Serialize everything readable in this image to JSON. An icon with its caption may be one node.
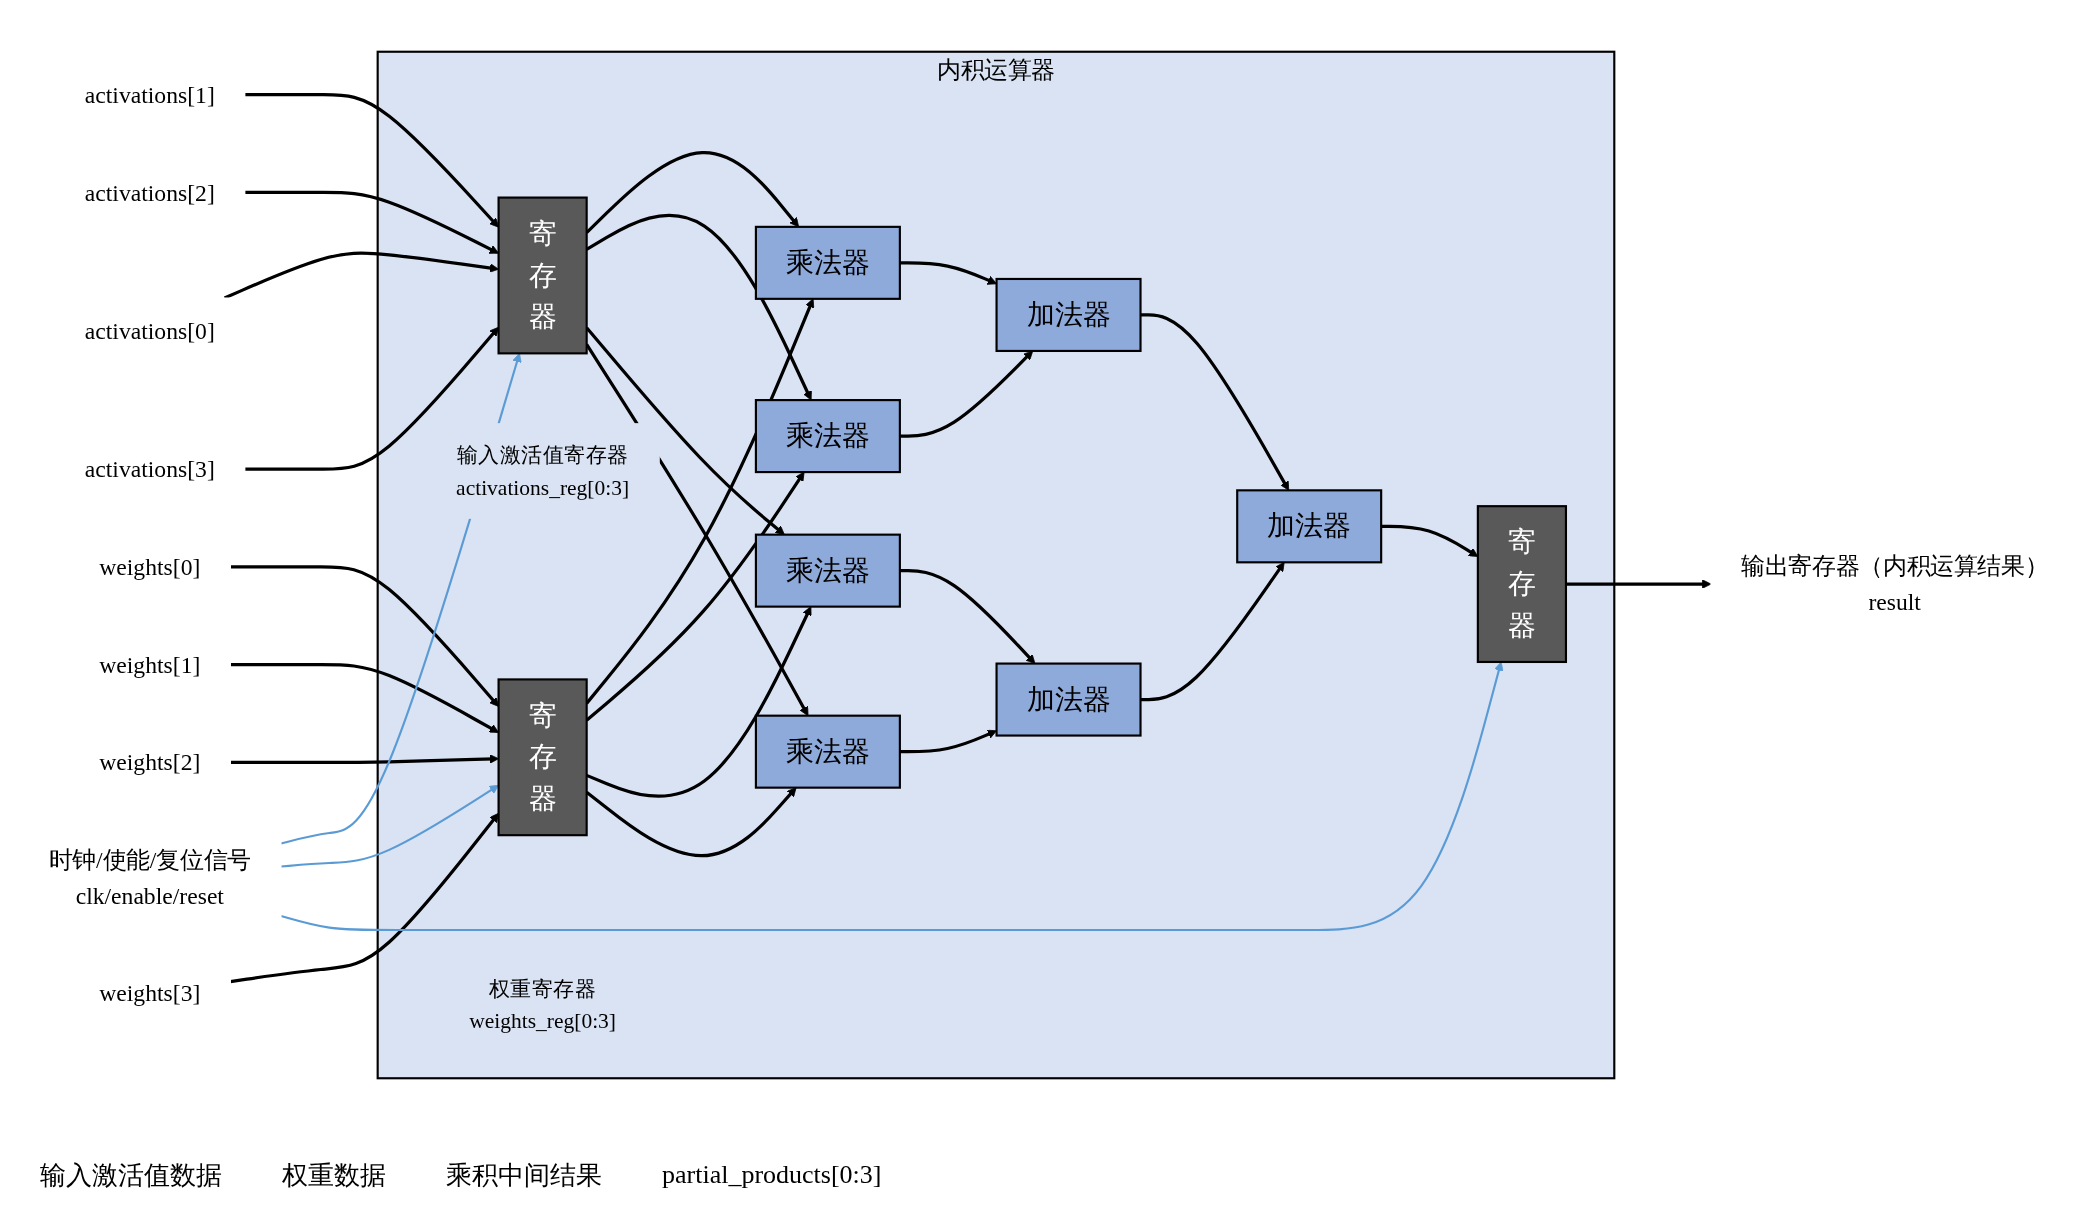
{
  "diagram": {
    "nodes": [
      {
        "text": [
          "内积运算器"
        ]
      },
      {
        "text": [
          "时钟/使能/复位信号",
          "clk/enable/reset"
        ]
      },
      {
        "text": [
          "activations[0]"
        ]
      },
      {
        "text": [
          "activations[1]"
        ]
      },
      {
        "text": [
          "activations[2]"
        ]
      },
      {
        "text": [
          "activations[3]"
        ]
      },
      {
        "text": [
          "weights[0]"
        ]
      },
      {
        "text": [
          "weights[1]"
        ]
      },
      {
        "text": [
          "weights[2]"
        ]
      },
      {
        "text": [
          "weights[3]"
        ]
      },
      {
        "text": [
          "寄存器"
        ],
        "in": 0,
        "beside": [
          "输入激活值寄存器",
          "activations_reg[0:3]"
        ]
      },
      {
        "text": [
          "寄存器"
        ],
        "in": 0,
        "beside": [
          "权重寄存器",
          "weights_reg[0:3]"
        ]
      },
      {
        "text": [
          "乘法器"
        ],
        "in": 0
      },
      {
        "text": [
          "乘法器"
        ],
        "in": 0
      },
      {
        "text": [
          "乘法器"
        ],
        "in": 0
      },
      {
        "text": [
          "乘法器"
        ],
        "in": 0
      },
      {
        "text": [
          "加法器"
        ],
        "in": 0
      },
      {
        "text": [
          "加法器"
        ],
        "in": 0
      },
      {
        "text": [
          "加法器"
        ],
        "in": 0
      },
      {
        "text": [
          "寄存器"
        ],
        "in": 0
      },
      {
        "text": [
          "输出寄存器（内积运算结果）",
          "result"
        ]
      }
    ],
    "edges": [
      {
        "from": 2,
        "to": 10,
        "arrow": "to"
      },
      {
        "from": 3,
        "to": 10,
        "arrow": "to"
      },
      {
        "from": 4,
        "to": 10,
        "arrow": "to"
      },
      {
        "from": 5,
        "to": 10,
        "arrow": "to"
      },
      {
        "from": 6,
        "to": 11,
        "arrow": "to"
      },
      {
        "from": 7,
        "to": 11,
        "arrow": "to"
      },
      {
        "from": 8,
        "to": 11,
        "arrow": "to"
      },
      {
        "from": 9,
        "to": 11,
        "arrow": "to"
      },
      {
        "from": 10,
        "to": 12,
        "arrow": "to"
      },
      {
        "from": 10,
        "to": 13,
        "arrow": "to"
      },
      {
        "from": 10,
        "to": 14,
        "arrow": "to"
      },
      {
        "from": 10,
        "to": 15,
        "arrow": "to"
      },
      {
        "from": 11,
        "to": 12,
        "arrow": "to"
      },
      {
        "from": 11,
        "to": 13,
        "arrow": "to"
      },
      {
        "from": 11,
        "to": 14,
        "arrow": "to"
      },
      {
        "from": 11,
        "to": 15,
        "arrow": "to"
      },
      {
        "from": 12,
        "to": 16,
        "arrow": "to"
      },
      {
        "from": 13,
        "to": 16,
        "arrow": "to"
      },
      {
        "from": 14,
        "to": 17,
        "arrow": "to"
      },
      {
        "from": 15,
        "to": 17,
        "arrow": "to"
      },
      {
        "from": 16,
        "to": 18,
        "arrow": "to"
      },
      {
        "from": 17,
        "to": 18,
        "arrow": "to"
      },
      {
        "from": 18,
        "to": 19,
        "arrow": "to"
      },
      {
        "from": 19,
        "to": 20,
        "arrow": "to"
      },
      {
        "from": 1,
        "to": 10,
        "arrow": "to",
        "color": "#5b9bd5"
      },
      {
        "from": 1,
        "to": 11,
        "arrow": "to",
        "color": "#5b9bd5"
      },
      {
        "from": 1,
        "to": 19,
        "arrow": "to",
        "color": "#5b9bd5"
      }
    ],
    "labels": [
      "输入激活值数据",
      "权重数据",
      "乘积中间结果",
      "partial_products[0:3]"
    ]
  }
}
